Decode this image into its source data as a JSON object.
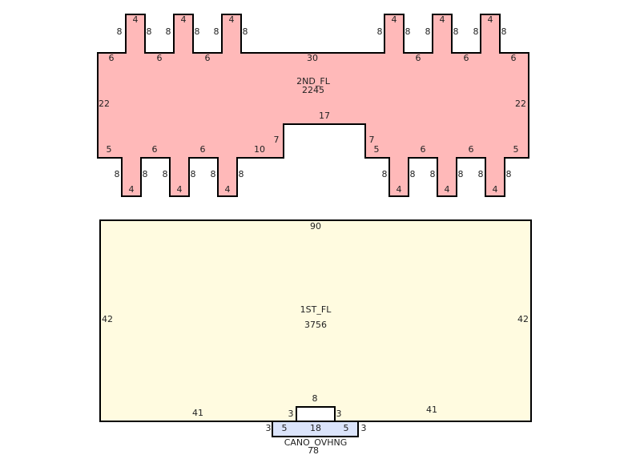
{
  "colors": {
    "second_floor_fill": "#ffb9b9",
    "first_floor_fill": "#fffbe0",
    "canopy_fill": "#dbe4fb",
    "outline": "#000000",
    "text": "#222222"
  },
  "areas": {
    "second_floor": {
      "name": "2ND_FL",
      "area": "2245",
      "dims": {
        "top_tab_1": "4",
        "top_tab_1_left": "8",
        "top_tab_1_right": "8",
        "top_tab_2": "4",
        "top_tab_2_left": "8",
        "top_tab_2_right": "8",
        "top_tab_3": "4",
        "top_tab_3_left": "8",
        "top_tab_3_right": "8",
        "top_tab_4": "4",
        "top_tab_4_left": "8",
        "top_tab_4_right": "8",
        "top_tab_5": "4",
        "top_tab_5_left": "8",
        "top_tab_5_right": "8",
        "top_tab_6": "4",
        "top_tab_6_left": "8",
        "top_tab_6_right": "8",
        "top_seg_1": "6",
        "top_seg_2": "6",
        "top_seg_3": "6",
        "top_center": "30",
        "top_seg_4": "6",
        "top_seg_5": "6",
        "top_seg_6": "6",
        "left_side": "22",
        "right_side": "22",
        "notch_top": "17",
        "notch_left": "7",
        "notch_right": "7",
        "bottom_seg_1": "5",
        "bottom_seg_2": "6",
        "bottom_seg_3": "6",
        "bottom_seg_4": "10",
        "bottom_seg_5": "5",
        "bottom_seg_6": "6",
        "bottom_seg_7": "6",
        "bottom_seg_8": "5",
        "bottom_tab_1": "4",
        "bottom_tab_1_left": "8",
        "bottom_tab_1_right": "8",
        "bottom_tab_2": "4",
        "bottom_tab_2_left": "8",
        "bottom_tab_2_right": "8",
        "bottom_tab_3": "4",
        "bottom_tab_3_left": "8",
        "bottom_tab_3_right": "8",
        "bottom_tab_4": "4",
        "bottom_tab_4_left": "8",
        "bottom_tab_4_right": "8",
        "bottom_tab_5": "4",
        "bottom_tab_5_left": "8",
        "bottom_tab_5_right": "8",
        "bottom_tab_6": "4",
        "bottom_tab_6_left": "8",
        "bottom_tab_6_right": "8"
      }
    },
    "first_floor": {
      "name": "1ST_FL",
      "area": "3756",
      "dims": {
        "top": "90",
        "left": "42",
        "right": "42",
        "bottom_left": "41",
        "bottom_right": "41",
        "bump_top": "8",
        "bump_left": "3",
        "bump_right": "3"
      }
    },
    "canopy": {
      "name": "CANO_OVHNG",
      "area": "78",
      "dims": {
        "left_side": "3",
        "right_side": "3",
        "bottom_left": "5",
        "bottom_center": "18",
        "bottom_right": "5"
      }
    }
  }
}
